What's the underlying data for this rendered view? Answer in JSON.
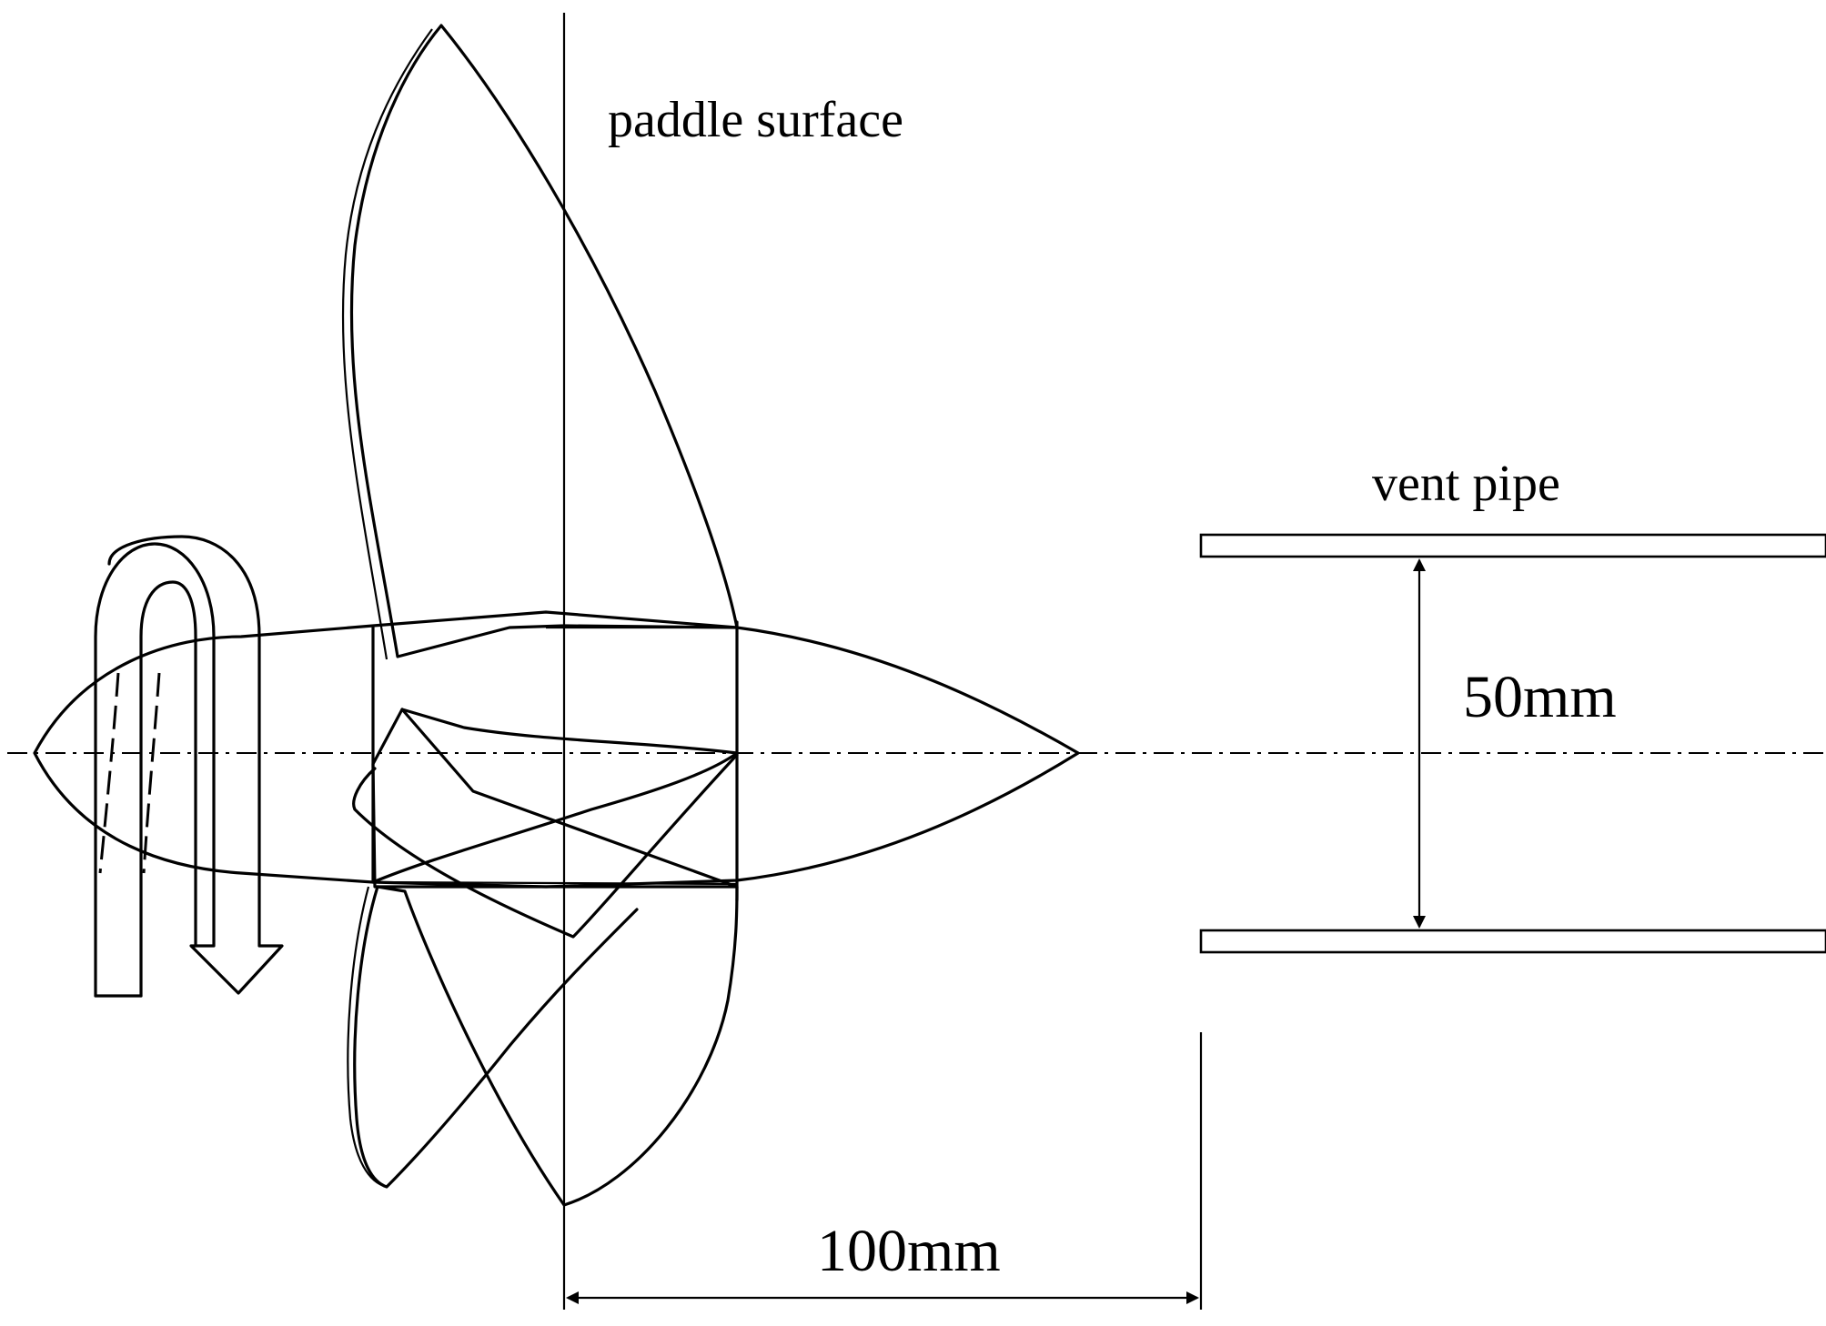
{
  "labels": {
    "paddle_surface": "paddle surface",
    "vent_pipe": "vent pipe",
    "pipe_diameter": "50mm",
    "distance": "100mm"
  },
  "colors": {
    "line": "#000000",
    "background": "#ffffff"
  }
}
